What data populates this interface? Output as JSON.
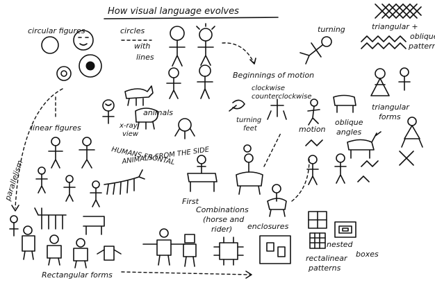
{
  "title": "How visual language evolves",
  "labels": {
    "circular_figures": "circular figures",
    "circles_with_lines": [
      "circles",
      "with",
      "lines"
    ],
    "turning": "turning",
    "triangular_oblique": [
      "triangular +",
      "oblique",
      "patterns"
    ],
    "beginnings_of_motion": "Beginnings of motion",
    "clockwise": "clockwise",
    "counterclockwise": "counterclockwise",
    "turning_feet": [
      "turning",
      "feet"
    ],
    "animals": "animals",
    "xray_view": [
      "x-ray",
      "view"
    ],
    "linear_figures": "linear figures",
    "humans_frontal": [
      "HUMANS FRONTAL",
      "ANIMALS FROM THE SIDE"
    ],
    "motion": "motion",
    "oblique_angles": [
      "oblique",
      "angles"
    ],
    "triangular_forms": [
      "triangular",
      "forms"
    ],
    "parallelism": "parallelism",
    "first_combinations": [
      "First",
      "Combinations",
      "(horse and",
      "rider)"
    ],
    "enclosures": "enclosures",
    "nested_boxes": [
      "nested",
      "boxes"
    ],
    "rectalinear_patterns": [
      "rectalinear",
      "patterns"
    ],
    "rectangular_forms": "Rectangular forms"
  }
}
